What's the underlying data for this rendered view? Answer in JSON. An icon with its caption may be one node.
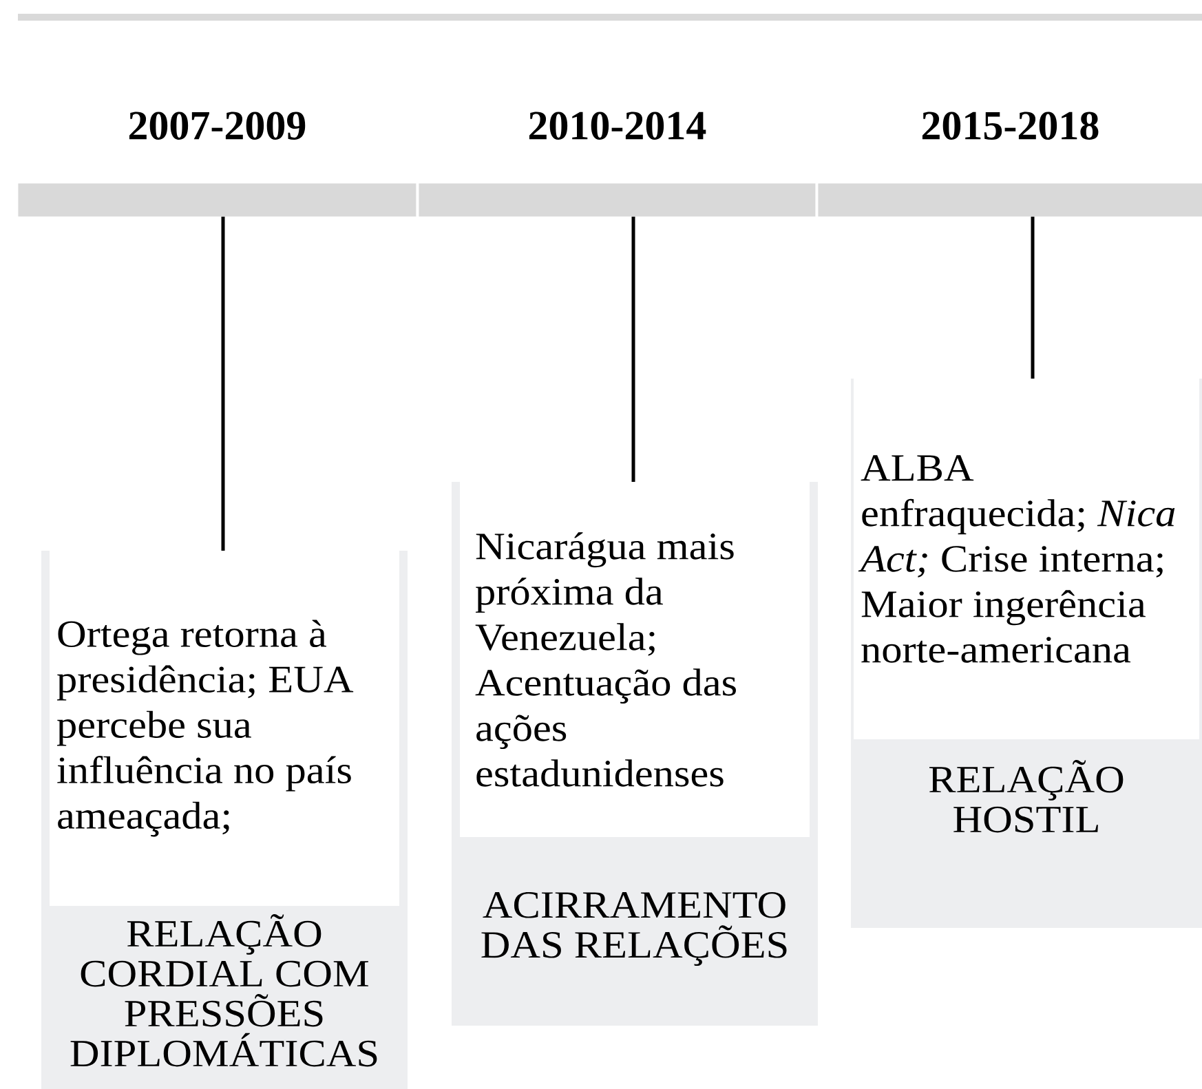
{
  "diagram": {
    "nodes": [
      {
        "text": [
          "2007-2009"
        ]
      },
      {
        "text": [
          "2010-2014"
        ]
      },
      {
        "text": [
          "2015-2018"
        ]
      },
      {
        "text": [
          "Ortega retorna à presidência; EUA percebe sua influência no país ameaçada;",
          "RELAÇÃO CORDIAL COM PRESSÕES DIPLOMÁTICAS"
        ]
      },
      {
        "text": [
          "Nicarágua mais próxima da Venezuela; Acentuação das ações estadunidenses",
          "ACIRRAMENTO DAS RELAÇÕES"
        ]
      },
      {
        "text": [
          "ALBA enfraquecida; *Nica Act;* Crise interna; Maior ingerência norte-americana",
          "RELAÇÃO HOSTIL"
        ]
      }
    ],
    "edges": [
      {
        "from": 0,
        "to": 3,
        "arrow": "none"
      },
      {
        "from": 1,
        "to": 4,
        "arrow": "none"
      },
      {
        "from": 2,
        "to": 5,
        "arrow": "none"
      }
    ]
  }
}
